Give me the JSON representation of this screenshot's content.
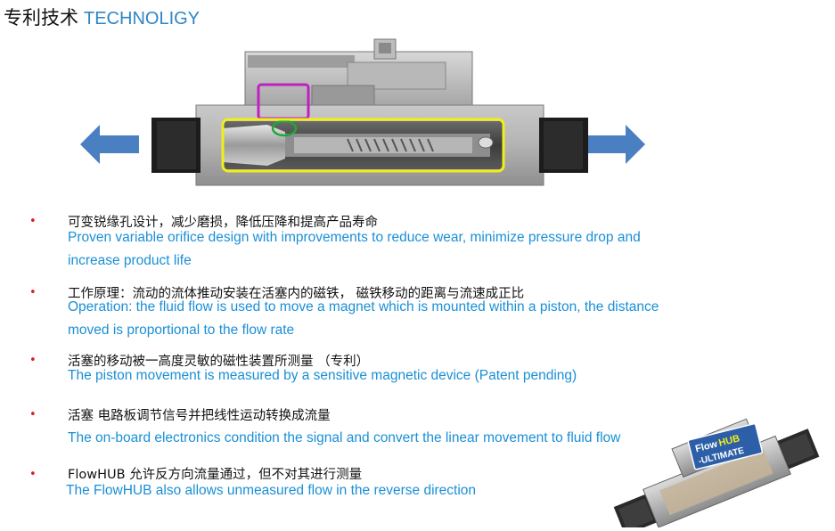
{
  "title": {
    "zh": "专利技术",
    "en": "TECHNOLIGY"
  },
  "bullets": [
    {
      "zh": "可变锐缘孔设计，减少磨损，降低压降和提高产品寿命",
      "en_lines": [
        "Proven variable orifice design with improvements to reduce wear, minimize pressure drop and",
        "increase product life"
      ]
    },
    {
      "zh": "工作原理：流动的流体推动安装在活塞内的磁铁， 磁铁移动的距离与流速成正比",
      "en_lines": [
        "Operation: the fluid flow is used to move a magnet which is mounted within a piston, the distance",
        "moved is proportional to the flow rate"
      ]
    },
    {
      "zh": "活塞的移动被一高度灵敏的磁性装置所测量 （专利）",
      "en_lines": [
        "The piston movement is measured by a sensitive magnetic device (Patent pending)"
      ]
    },
    {
      "zh": "活塞 电路板调节信号并把线性运动转换成流量",
      "en_lines": [
        "The on-board electronics condition the signal and convert the linear movement to fluid flow"
      ]
    },
    {
      "zh": "FlowHUB 允许反方向流量通过，但不对其进行测量",
      "en_lines": [
        "The FlowHUB also allows unmeasured flow in the reverse direction"
      ]
    }
  ],
  "product_label": {
    "line1_part1": "Flow",
    "line1_part2": "HUB",
    "line2": "-ULTIMATE"
  },
  "colors": {
    "title_en": "#2e86c6",
    "bullet_dot": "#d42020",
    "english_text": "#1a8fd6",
    "arrow": "#4a7fc1",
    "highlight_yellow": "#f2ee1a",
    "highlight_magenta": "#c020c0",
    "highlight_green": "#1fa83a"
  }
}
